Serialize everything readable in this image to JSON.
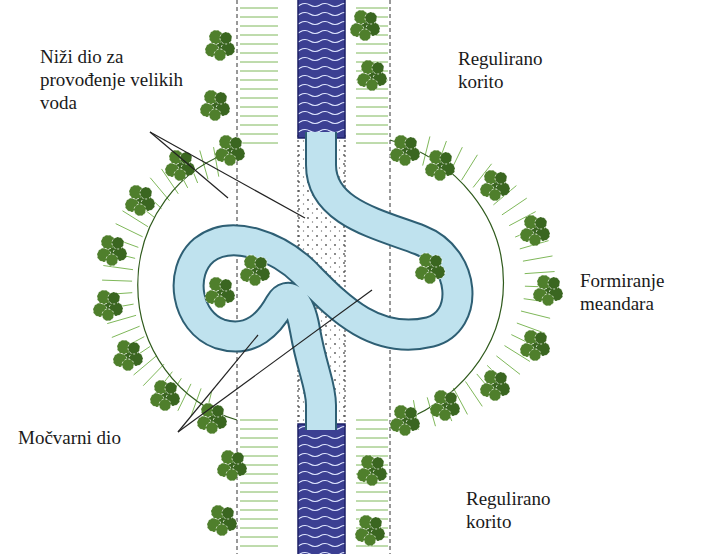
{
  "diagram": {
    "labels": [
      "Niži dio za provođenje velikih voda",
      "Regulirano korito",
      "Formiranje meandara",
      "Močvarni dio",
      "Regulirano korito"
    ]
  }
}
